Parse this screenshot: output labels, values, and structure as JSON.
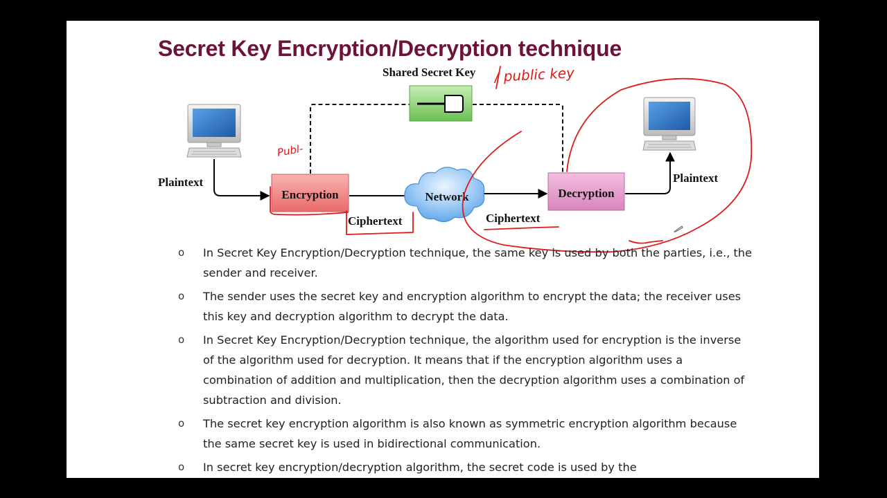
{
  "title": "Secret Key Encryption/Decryption technique",
  "diagram": {
    "shared_key_label": "Shared Secret Key",
    "plaintext_left": "Plaintext",
    "plaintext_right": "Plaintext",
    "encryption": "Encryption",
    "decryption": "Decryption",
    "network": "Network",
    "ciphertext_left": "Ciphertext",
    "ciphertext_right": "Ciphertext",
    "annotation_public_key": "/ public key",
    "annotation_public": "Publ-",
    "colors": {
      "encryption_box": "#f08a8a",
      "decryption_box": "#e59ac6",
      "key_box": "#8fd27a",
      "network_cloud": "#6fb0ef",
      "ink": "#e01919"
    }
  },
  "bullets": [
    "In Secret Key Encryption/Decryption technique, the same key is used by both the parties, i.e., the sender and receiver.",
    "The sender uses the secret key and encryption algorithm to encrypt the data; the receiver uses this key and decryption algorithm to decrypt the data.",
    "In Secret Key Encryption/Decryption technique, the algorithm used for encryption is the inverse of the algorithm used for decryption. It means that if the encryption algorithm uses a combination of addition and multiplication, then the decryption algorithm uses a combination of subtraction and division.",
    "The secret key encryption algorithm is also known as symmetric encryption algorithm because the same secret key is used in bidirectional communication.",
    "In secret key encryption/decryption algorithm, the secret code is used by the"
  ],
  "bullet_marker": "o"
}
